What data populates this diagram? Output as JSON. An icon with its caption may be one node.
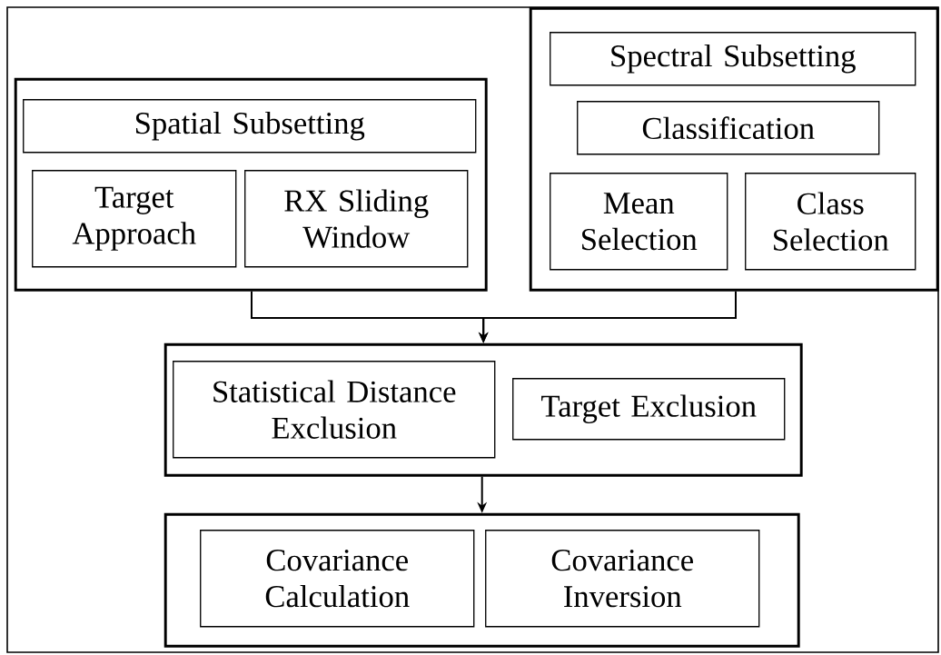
{
  "diagram": {
    "nodes": [
      {
        "text": [],
        "shape": "box"
      },
      {
        "text": [],
        "shape": "box",
        "in": 0
      },
      {
        "text": [
          "Spatial Subsetting"
        ],
        "in": 1
      },
      {
        "text": [
          "Target Approach"
        ],
        "in": 1
      },
      {
        "text": [
          "RX Sliding Window"
        ],
        "in": 1
      },
      {
        "text": [],
        "shape": "box",
        "in": 0
      },
      {
        "text": [
          "Spectral Subsetting"
        ],
        "in": 5
      },
      {
        "text": [
          "Classification"
        ],
        "in": 5
      },
      {
        "text": [
          "Mean Selection"
        ],
        "in": 5
      },
      {
        "text": [
          "Class Selection"
        ],
        "in": 5
      },
      {
        "text": [],
        "shape": "box",
        "in": 0
      },
      {
        "text": [
          "Statistical Distance Exclusion"
        ],
        "in": 10
      },
      {
        "text": [
          "Target Exclusion"
        ],
        "in": 10
      },
      {
        "text": [],
        "shape": "box",
        "in": 0
      },
      {
        "text": [
          "Covariance Calculation"
        ],
        "in": 13
      },
      {
        "text": [
          "Covariance Inversion"
        ],
        "in": 13
      }
    ],
    "edges": [
      {
        "from": 1,
        "to": 10,
        "arrow": "to"
      },
      {
        "from": 5,
        "to": 10,
        "arrow": "to"
      },
      {
        "from": 10,
        "to": 13,
        "arrow": "to"
      }
    ]
  }
}
